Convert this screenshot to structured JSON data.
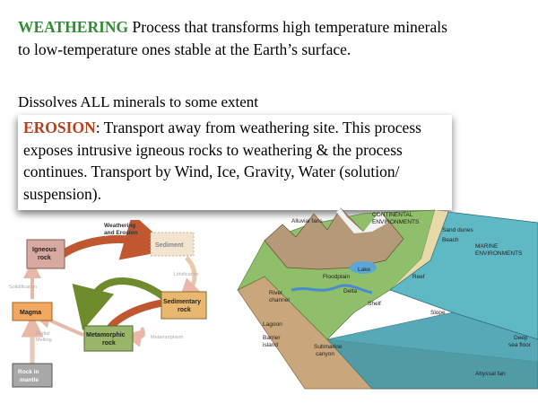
{
  "slide": {
    "weathering_term": "WEATHERING",
    "weathering_text": " Process that transforms high temperature minerals to low-temperature ones stable at the Earth’s surface.",
    "dissolves_text": "Dissolves ALL minerals to some extent",
    "erosion_term": "EROSION",
    "erosion_text": ": Transport away from weathering site. This process exposes intrusive igneous rocks to weathering & the process continues. Transport by Wind, Ice, Gravity, Water (solution/ suspension)."
  },
  "rock_cycle": {
    "title_line1": "Weathering",
    "title_line2": "and Erosion",
    "igneous_line1": "Igneous",
    "igneous_line2": "rock",
    "sediment": "Sediment",
    "lithification": "Lithification",
    "sedimentary_line1": "Sedimentary",
    "sedimentary_line2": "rock",
    "solidification": "Solidification",
    "magma": "Magma",
    "partial_melting_line1": "Partial",
    "partial_melting_line2": "Melting",
    "metamorphic_line1": "Metamorphic",
    "metamorphic_line2": "rock",
    "metamorphism": "Metamorphism",
    "mantle_line1": "Rock in",
    "mantle_line2": "mantle",
    "colors": {
      "igneous": "#d8a9a0",
      "sediment": "#f2e4cf",
      "sedimentary": "#e8b870",
      "magma": "#f2a860",
      "metamorphic": "#98b56a",
      "mantle": "#a8a8a8",
      "arrow_red": "#c0572f",
      "arrow_green": "#6e8c2c"
    }
  },
  "block_diagram": {
    "alluvial_fans": "Alluvial fans",
    "continental_line1": "CONTINENTAL",
    "continental_line2": "ENVIRONMENTS",
    "sand_dunes": "Sand dunes",
    "beach": "Beach",
    "marine_line1": "MARINE",
    "marine_line2": "ENVIRONMENTS",
    "lake": "Lake",
    "floodplain": "Floodplain",
    "reef": "Reef",
    "river_line1": "River",
    "river_line2": "channel",
    "delta": "Delta",
    "shelf": "Shelf",
    "slope": "Slope",
    "lagoon": "Lagoon",
    "barrier_line1": "Barrier",
    "barrier_line2": "island",
    "submarine_line1": "Submarine",
    "submarine_line2": "canyon",
    "deep_line1": "Deep",
    "deep_line2": "sea floor",
    "abyssal_fan": "Abyssal fan",
    "colors": {
      "ocean": "#5fb9c4",
      "deep_ocean": "#3c9bab",
      "land": "#8fbf6a",
      "mountain": "#b59a7a",
      "snow": "#f2f2f2",
      "crust": "#caa67c",
      "lake": "#5aa7d6"
    }
  }
}
